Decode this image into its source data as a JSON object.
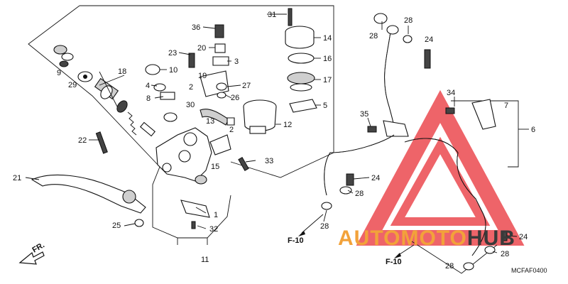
{
  "diagram": {
    "part_labels": {
      "p1": "1",
      "p2a": "2",
      "p2b": "2",
      "p3": "3",
      "p4": "4",
      "p5": "5",
      "p6": "6",
      "p7": "7",
      "p8": "8",
      "p9": "9",
      "p10": "10",
      "p11": "11",
      "p12": "12",
      "p13": "13",
      "p14": "14",
      "p15": "15",
      "p16": "16",
      "p17": "17",
      "p18": "18",
      "p19": "19",
      "p20": "20",
      "p21": "21",
      "p22": "22",
      "p23": "23",
      "p24a": "24",
      "p24b": "24",
      "p24c": "24",
      "p25": "25",
      "p26": "26",
      "p27": "27",
      "p28a": "28",
      "p28b": "28",
      "p28c": "28",
      "p28d": "28",
      "p28e": "28",
      "p28f": "28",
      "p29": "29",
      "p30": "30",
      "p31": "31",
      "p32": "32",
      "p33": "33",
      "p34": "34",
      "p35": "35",
      "p36": "36"
    },
    "frame_labels": {
      "fr": "FR.",
      "f10_left": "F-10",
      "f10_right": "F-10"
    },
    "diagram_code": "MCFAF0400"
  },
  "watermark": {
    "part1": "AUTO",
    "part2": "MOTO",
    "part3": "HUB",
    "color_red": "#e8343a",
    "color_orange": "#f2a23a",
    "color_gray": "#3a3a3a"
  }
}
